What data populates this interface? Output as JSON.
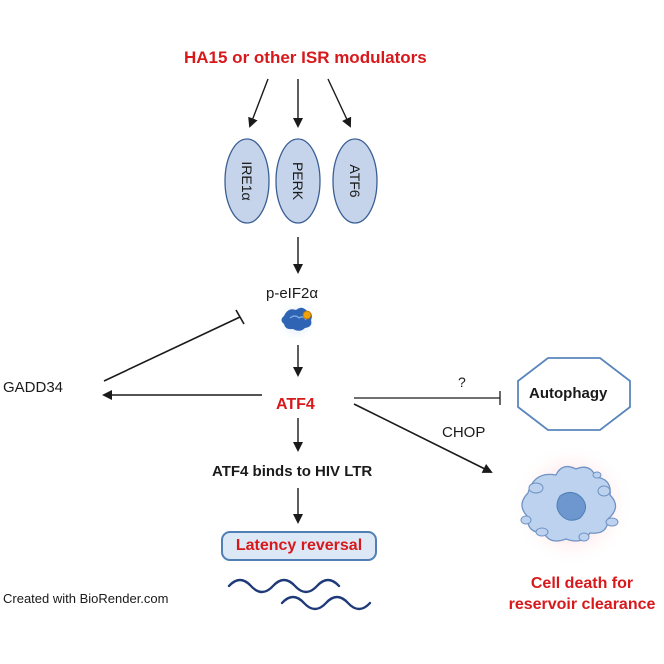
{
  "title": "HA15 or other ISR modulators",
  "sensors": [
    "IRE1α",
    "PERK",
    "ATF6"
  ],
  "p_eif2a": "p-eIF2α",
  "gadd34": "GADD34",
  "atf4": "ATF4",
  "question_mark": "?",
  "autophagy": "Autophagy",
  "chop": "CHOP",
  "atf4_binds": "ATF4 binds to HIV LTR",
  "latency_reversal": "Latency reversal",
  "cell_death": [
    "Cell death for",
    "reservoir clearance"
  ],
  "credit": "Created with BioRender.com",
  "colors": {
    "red_text": "#d7191c",
    "oval_fill": "#c5d4ea",
    "oval_stroke": "#3b5f94",
    "latency_fill": "#dde8f6",
    "latency_stroke": "#4f7fb5",
    "octagon_stroke": "#5a86bd",
    "rna_wave": "#1f3a78"
  }
}
